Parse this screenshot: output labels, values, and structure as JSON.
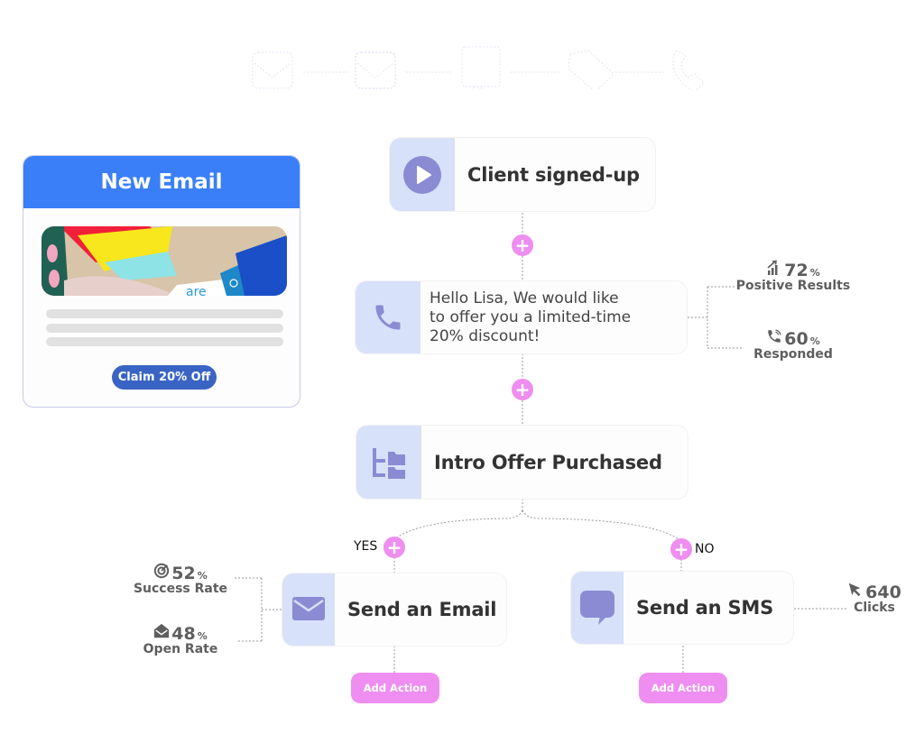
{
  "top_strip": {
    "icons": [
      "email-icon",
      "email-icon",
      "chat-bubble-icon",
      "tag-icon",
      "phone-icon"
    ]
  },
  "email_card": {
    "title": "New Email",
    "banner_text": "are",
    "cta_label": "Claim 20% Off"
  },
  "flow": {
    "trigger": {
      "label": "Client signed-up",
      "icon": "play-icon"
    },
    "call_step": {
      "icon": "phone-icon",
      "message_lines": [
        "Hello Lisa, We would like",
        "to offer you a limited-time",
        "20% discount!"
      ],
      "stats": [
        {
          "icon": "growth-chart-icon",
          "value": "72",
          "unit": "%",
          "caption": "Positive Results"
        },
        {
          "icon": "phone-ringing-icon",
          "value": "60",
          "unit": "%",
          "caption": "Responded"
        }
      ]
    },
    "condition": {
      "label": "Intro Offer Purchased",
      "icon": "folder-tree-icon"
    },
    "yes_branch": {
      "label": "YES",
      "action": {
        "label": "Send an Email",
        "icon": "envelope-icon"
      },
      "add_action_label": "Add Action",
      "stats": [
        {
          "icon": "target-icon",
          "value": "52",
          "unit": "%",
          "caption": "Success Rate"
        },
        {
          "icon": "open-envelope-icon",
          "value": "48",
          "unit": "%",
          "caption": "Open Rate"
        }
      ]
    },
    "no_branch": {
      "label": "NO",
      "action": {
        "label": "Send an SMS",
        "icon": "chat-bubble-icon"
      },
      "add_action_label": "Add Action",
      "stats": [
        {
          "icon": "cursor-icon",
          "value": "640",
          "unit": "",
          "caption": "Clicks"
        }
      ]
    },
    "plus_symbol": "+"
  },
  "colors": {
    "accent_blue": "#3a7ff7",
    "icon_purple": "#8b8bd3",
    "icon_bg": "#d8e1fa",
    "plus_pink": "#ee8ef0",
    "cta_blue": "#3a64c4"
  }
}
